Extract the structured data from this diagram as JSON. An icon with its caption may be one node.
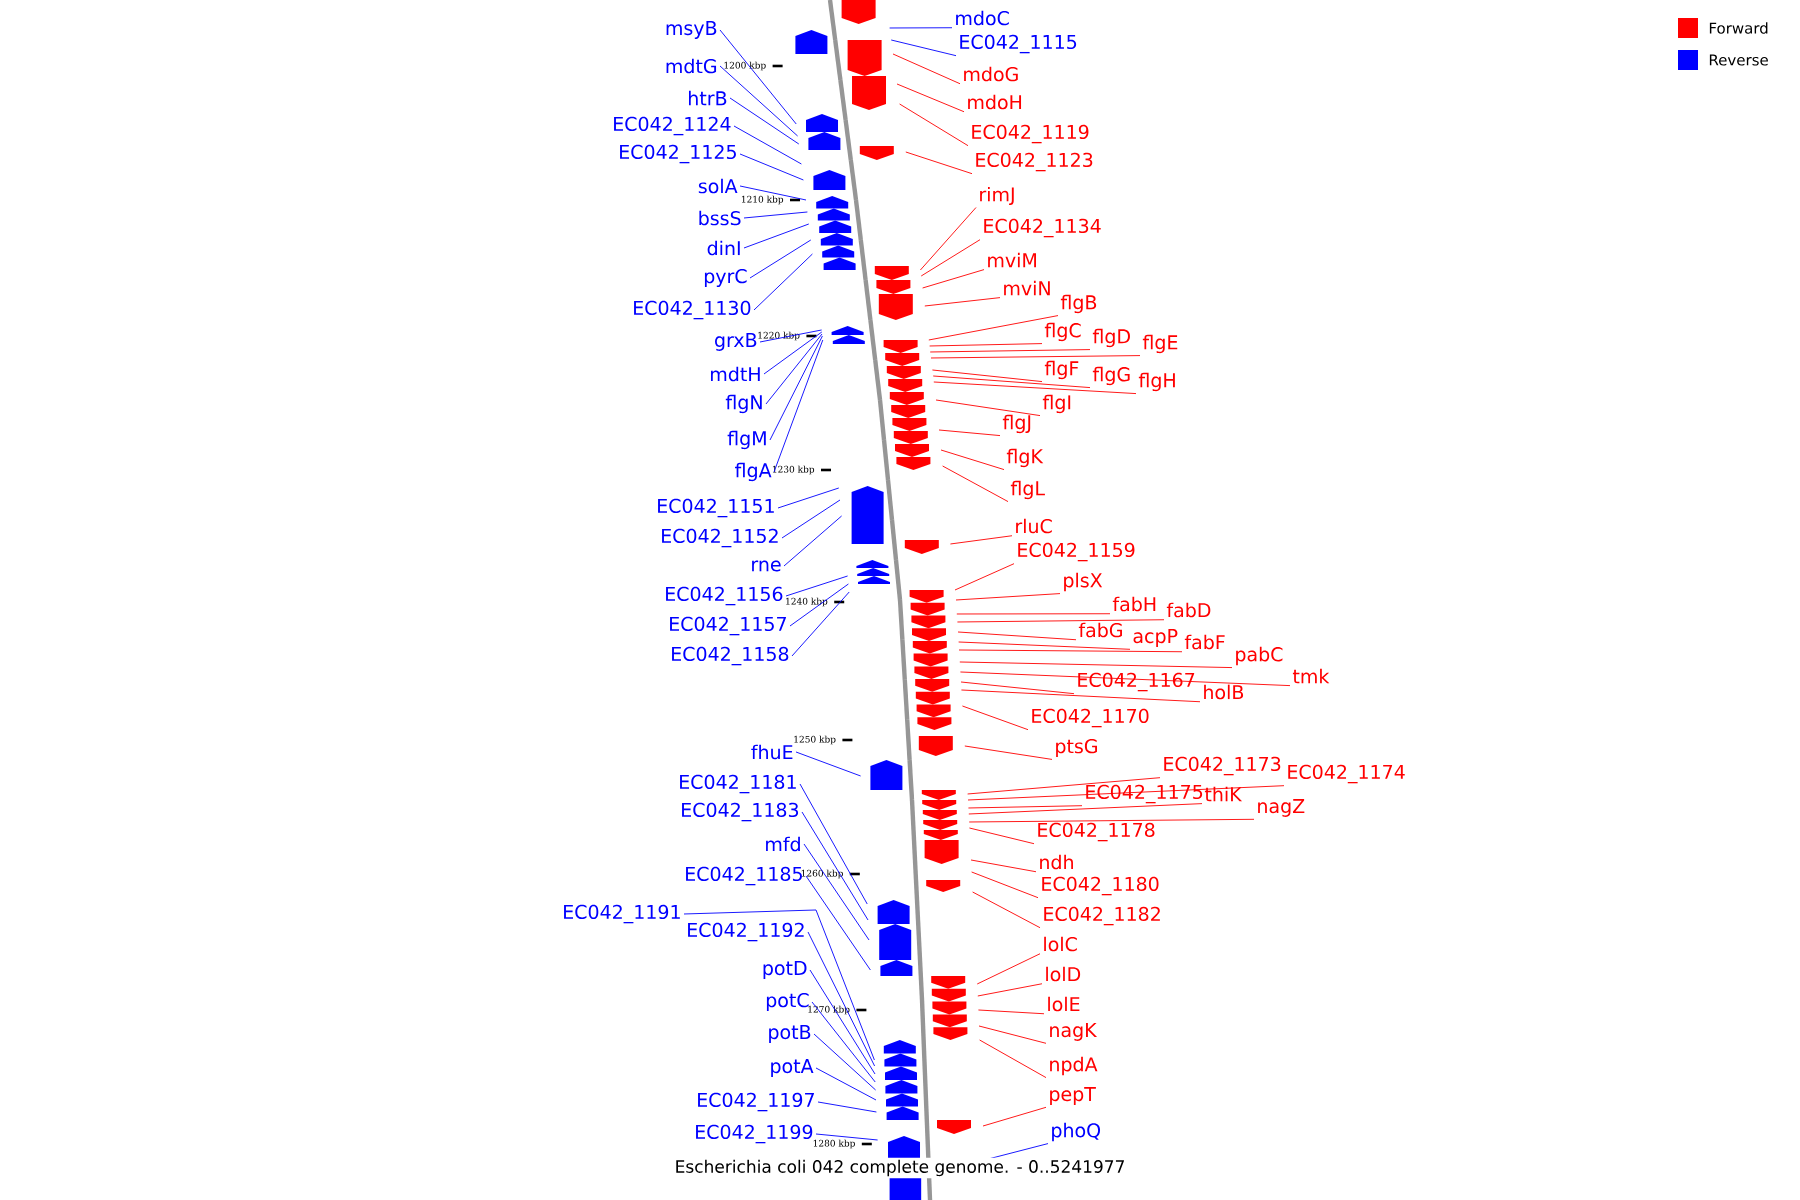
{
  "diagram": {
    "caption": "Escherichia coli 042 complete genome. - 0..5241977",
    "nodes": [
      {
        "text": [
          "msyB"
        ]
      },
      {
        "text": [
          "mdtG"
        ]
      },
      {
        "text": [
          "htrB"
        ]
      },
      {
        "text": [
          "EC042_1124"
        ]
      },
      {
        "text": [
          "EC042_1125"
        ]
      },
      {
        "text": [
          "solA"
        ]
      },
      {
        "text": [
          "bssS"
        ]
      },
      {
        "text": [
          "dinI"
        ]
      },
      {
        "text": [
          "pyrC"
        ]
      },
      {
        "text": [
          "EC042_1130"
        ]
      },
      {
        "text": [
          "grxB"
        ]
      },
      {
        "text": [
          "mdtH"
        ]
      },
      {
        "text": [
          "flgN"
        ]
      },
      {
        "text": [
          "flgM"
        ]
      },
      {
        "text": [
          "flgA"
        ]
      },
      {
        "text": [
          "EC042_1151"
        ]
      },
      {
        "text": [
          "EC042_1152"
        ]
      },
      {
        "text": [
          "rne"
        ]
      },
      {
        "text": [
          "EC042_1156"
        ]
      },
      {
        "text": [
          "EC042_1157"
        ]
      },
      {
        "text": [
          "EC042_1158"
        ]
      },
      {
        "text": [
          "fhuE"
        ]
      },
      {
        "text": [
          "EC042_1181"
        ]
      },
      {
        "text": [
          "EC042_1183"
        ]
      },
      {
        "text": [
          "mfd"
        ]
      },
      {
        "text": [
          "EC042_1185"
        ]
      },
      {
        "text": [
          "EC042_1191"
        ]
      },
      {
        "text": [
          "EC042_1192"
        ]
      },
      {
        "text": [
          "potD"
        ]
      },
      {
        "text": [
          "potC"
        ]
      },
      {
        "text": [
          "potB"
        ]
      },
      {
        "text": [
          "potA"
        ]
      },
      {
        "text": [
          "EC042_1197"
        ]
      },
      {
        "text": [
          "EC042_1199"
        ]
      },
      {
        "text": [
          "mdoC"
        ]
      },
      {
        "text": [
          "EC042_1115"
        ]
      },
      {
        "text": [
          "mdoG"
        ]
      },
      {
        "text": [
          "mdoH"
        ]
      },
      {
        "text": [
          "EC042_1119"
        ]
      },
      {
        "text": [
          "EC042_1123"
        ]
      },
      {
        "text": [
          "rimJ"
        ]
      },
      {
        "text": [
          "EC042_1134"
        ]
      },
      {
        "text": [
          "mviM"
        ]
      },
      {
        "text": [
          "mviN"
        ]
      },
      {
        "text": [
          "flgB"
        ]
      },
      {
        "text": [
          "flgC"
        ]
      },
      {
        "text": [
          "flgD"
        ]
      },
      {
        "text": [
          "flgE"
        ]
      },
      {
        "text": [
          "flgF"
        ]
      },
      {
        "text": [
          "flgG"
        ]
      },
      {
        "text": [
          "flgH"
        ]
      },
      {
        "text": [
          "flgI"
        ]
      },
      {
        "text": [
          "flgJ"
        ]
      },
      {
        "text": [
          "flgK"
        ]
      },
      {
        "text": [
          "flgL"
        ]
      },
      {
        "text": [
          "rluC"
        ]
      },
      {
        "text": [
          "EC042_1159"
        ]
      },
      {
        "text": [
          "plsX"
        ]
      },
      {
        "text": [
          "fabH"
        ]
      },
      {
        "text": [
          "fabD"
        ]
      },
      {
        "text": [
          "fabG"
        ]
      },
      {
        "text": [
          "acpP"
        ]
      },
      {
        "text": [
          "fabF"
        ]
      },
      {
        "text": [
          "pabC"
        ]
      },
      {
        "text": [
          "tmk"
        ]
      },
      {
        "text": [
          "EC042_1167"
        ]
      },
      {
        "text": [
          "holB"
        ]
      },
      {
        "text": [
          "EC042_1170"
        ]
      },
      {
        "text": [
          "ptsG"
        ]
      },
      {
        "text": [
          "EC042_1173"
        ]
      },
      {
        "text": [
          "EC042_1174"
        ]
      },
      {
        "text": [
          "EC042_1175"
        ]
      },
      {
        "text": [
          "thiK"
        ]
      },
      {
        "text": [
          "nagZ"
        ]
      },
      {
        "text": [
          "EC042_1178"
        ]
      },
      {
        "text": [
          "ndh"
        ]
      },
      {
        "text": [
          "EC042_1180"
        ]
      },
      {
        "text": [
          "EC042_1182"
        ]
      },
      {
        "text": [
          "lolC"
        ]
      },
      {
        "text": [
          "lolD"
        ]
      },
      {
        "text": [
          "lolE"
        ]
      },
      {
        "text": [
          "nagK"
        ]
      },
      {
        "text": [
          "npdA"
        ]
      },
      {
        "text": [
          "pepT"
        ]
      },
      {
        "text": [
          "phoQ"
        ]
      }
    ],
    "edges": [
      {
        "from": 0,
        "to": null,
        "arrow": "none",
        "color": "#0000ff"
      },
      {
        "from": 1,
        "to": null,
        "arrow": "none",
        "color": "#0000ff"
      },
      {
        "from": 2,
        "to": null,
        "arrow": "none",
        "color": "#0000ff"
      },
      {
        "from": 3,
        "to": null,
        "arrow": "none",
        "color": "#0000ff"
      },
      {
        "from": 4,
        "to": null,
        "arrow": "none",
        "color": "#0000ff"
      },
      {
        "from": 5,
        "to": null,
        "arrow": "none",
        "color": "#0000ff"
      },
      {
        "from": 6,
        "to": null,
        "arrow": "none",
        "color": "#0000ff"
      },
      {
        "from": 7,
        "to": null,
        "arrow": "none",
        "color": "#0000ff"
      },
      {
        "from": 8,
        "to": null,
        "arrow": "none",
        "color": "#0000ff"
      },
      {
        "from": 9,
        "to": null,
        "arrow": "none",
        "color": "#0000ff"
      },
      {
        "from": 10,
        "to": null,
        "arrow": "none",
        "color": "#0000ff"
      },
      {
        "from": 11,
        "to": null,
        "arrow": "none",
        "color": "#0000ff"
      },
      {
        "from": 12,
        "to": null,
        "arrow": "none",
        "color": "#0000ff"
      },
      {
        "from": 13,
        "to": null,
        "arrow": "none",
        "color": "#0000ff"
      },
      {
        "from": 14,
        "to": null,
        "arrow": "none",
        "color": "#0000ff"
      },
      {
        "from": 15,
        "to": null,
        "arrow": "none",
        "color": "#0000ff"
      },
      {
        "from": 16,
        "to": null,
        "arrow": "none",
        "color": "#0000ff"
      },
      {
        "from": 17,
        "to": null,
        "arrow": "none",
        "color": "#0000ff"
      },
      {
        "from": 18,
        "to": null,
        "arrow": "none",
        "color": "#0000ff"
      },
      {
        "from": 19,
        "to": null,
        "arrow": "none",
        "color": "#0000ff"
      },
      {
        "from": 20,
        "to": null,
        "arrow": "none",
        "color": "#0000ff"
      },
      {
        "from": 21,
        "to": null,
        "arrow": "none",
        "color": "#0000ff"
      },
      {
        "from": 22,
        "to": null,
        "arrow": "none",
        "color": "#0000ff"
      },
      {
        "from": 23,
        "to": null,
        "arrow": "none",
        "color": "#0000ff"
      },
      {
        "from": 24,
        "to": null,
        "arrow": "none",
        "color": "#0000ff"
      },
      {
        "from": 25,
        "to": null,
        "arrow": "none",
        "color": "#0000ff"
      },
      {
        "from": 26,
        "to": null,
        "arrow": "none",
        "color": "#0000ff"
      },
      {
        "from": 27,
        "to": null,
        "arrow": "none",
        "color": "#0000ff"
      },
      {
        "from": 28,
        "to": null,
        "arrow": "none",
        "color": "#0000ff"
      },
      {
        "from": 29,
        "to": null,
        "arrow": "none",
        "color": "#0000ff"
      },
      {
        "from": 30,
        "to": null,
        "arrow": "none",
        "color": "#0000ff"
      },
      {
        "from": 31,
        "to": null,
        "arrow": "none",
        "color": "#0000ff"
      },
      {
        "from": 32,
        "to": null,
        "arrow": "none",
        "color": "#0000ff"
      },
      {
        "from": 33,
        "to": null,
        "arrow": "none",
        "color": "#0000ff"
      },
      {
        "from": 34,
        "to": null,
        "arrow": "none",
        "color": "#0000ff"
      },
      {
        "from": 35,
        "to": null,
        "arrow": "none",
        "color": "#0000ff"
      },
      {
        "from": 36,
        "to": null,
        "arrow": "none"
      },
      {
        "from": 37,
        "to": null,
        "arrow": "none"
      },
      {
        "from": 38,
        "to": null,
        "arrow": "none"
      },
      {
        "from": 39,
        "to": null,
        "arrow": "none"
      },
      {
        "from": 40,
        "to": null,
        "arrow": "none"
      },
      {
        "from": 41,
        "to": null,
        "arrow": "none"
      },
      {
        "from": 42,
        "to": null,
        "arrow": "none"
      },
      {
        "from": 43,
        "to": null,
        "arrow": "none"
      },
      {
        "from": 44,
        "to": null,
        "arrow": "none"
      },
      {
        "from": 45,
        "to": null,
        "arrow": "none"
      },
      {
        "from": 46,
        "to": null,
        "arrow": "none"
      },
      {
        "from": 47,
        "to": null,
        "arrow": "none"
      },
      {
        "from": 48,
        "to": null,
        "arrow": "none"
      },
      {
        "from": 49,
        "to": null,
        "arrow": "none"
      },
      {
        "from": 50,
        "to": null,
        "arrow": "none"
      },
      {
        "from": 51,
        "to": null,
        "arrow": "none"
      },
      {
        "from": 52,
        "to": null,
        "arrow": "none"
      },
      {
        "from": 53,
        "to": null,
        "arrow": "none"
      },
      {
        "from": 54,
        "to": null,
        "arrow": "none"
      },
      {
        "from": 55,
        "to": null,
        "arrow": "none"
      },
      {
        "from": 56,
        "to": null,
        "arrow": "none"
      },
      {
        "from": 57,
        "to": null,
        "arrow": "none"
      },
      {
        "from": 58,
        "to": null,
        "arrow": "none"
      },
      {
        "from": 59,
        "to": null,
        "arrow": "none"
      },
      {
        "from": 60,
        "to": null,
        "arrow": "none"
      },
      {
        "from": 61,
        "to": null,
        "arrow": "none"
      },
      {
        "from": 62,
        "to": null,
        "arrow": "none"
      },
      {
        "from": 63,
        "to": null,
        "arrow": "none"
      },
      {
        "from": 64,
        "to": null,
        "arrow": "none"
      },
      {
        "from": 65,
        "to": null,
        "arrow": "none"
      },
      {
        "from": 66,
        "to": null,
        "arrow": "none"
      },
      {
        "from": 67,
        "to": null,
        "arrow": "none"
      },
      {
        "from": 68,
        "to": null,
        "arrow": "none"
      },
      {
        "from": 69,
        "to": null,
        "arrow": "none"
      },
      {
        "from": 70,
        "to": null,
        "arrow": "none"
      },
      {
        "from": 71,
        "to": null,
        "arrow": "none"
      },
      {
        "from": 72,
        "to": null,
        "arrow": "none"
      },
      {
        "from": 73,
        "to": null,
        "arrow": "none"
      },
      {
        "from": 74,
        "to": null,
        "arrow": "none"
      },
      {
        "from": 75,
        "to": null,
        "arrow": "none"
      },
      {
        "from": 76,
        "to": null,
        "arrow": "none"
      },
      {
        "from": 77,
        "to": null,
        "arrow": "none"
      },
      {
        "from": 78,
        "to": null,
        "arrow": "none"
      },
      {
        "from": 79,
        "to": null,
        "arrow": "none"
      },
      {
        "from": 80,
        "to": null,
        "arrow": "none"
      },
      {
        "from": 81,
        "to": null,
        "arrow": "none"
      },
      {
        "from": 82,
        "to": null,
        "arrow": "none"
      },
      {
        "from": 83,
        "to": null,
        "arrow": "none"
      },
      {
        "from": 84,
        "to": null,
        "arrow": "none",
        "color": "#0000ff"
      }
    ],
    "labels": [
      "1200 kbp",
      "1210 kbp",
      "1220 kbp",
      "1230 kbp",
      "1240 kbp",
      "1250 kbp",
      "1260 kbp",
      "1270 kbp",
      "1280 kbp"
    ],
    "legend": [
      {
        "text": "Forward",
        "color": "#ff0000"
      },
      {
        "text": "Reverse",
        "color": "#0000ff"
      }
    ]
  }
}
